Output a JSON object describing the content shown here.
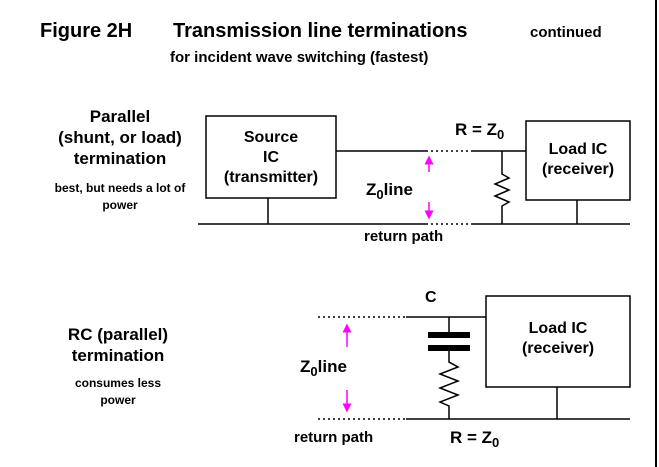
{
  "figure": {
    "label": "Figure 2H",
    "title": "Transmission line terminations",
    "continued": "continued",
    "subtitle": "for incident wave switching (fastest)"
  },
  "parallel": {
    "heading_1": "Parallel",
    "heading_2": "(shunt, or load)",
    "heading_3": "termination",
    "note_1": "best, but needs a lot of",
    "note_2": "power",
    "source_1": "Source",
    "source_2": "IC",
    "source_3": "(transmitter)",
    "load_1": "Load IC",
    "load_2": "(receiver)",
    "resistor_label": "R = Z",
    "resistor_sub": "0",
    "line_z": "Z",
    "line_sub": "0",
    "line_text": "line",
    "return_path": "return path"
  },
  "rc": {
    "heading_1": "RC (parallel)",
    "heading_2": "termination",
    "note_1": "consumes less",
    "note_2": "power",
    "capacitor_label": "C",
    "load_1": "Load IC",
    "load_2": "(receiver)",
    "resistor_label": "R = Z",
    "resistor_sub": "0",
    "line_z": "Z",
    "line_sub": "0",
    "line_text": "line",
    "return_path": "return path"
  },
  "colors": {
    "line": "#000000",
    "arrow": "#ff00ff"
  }
}
